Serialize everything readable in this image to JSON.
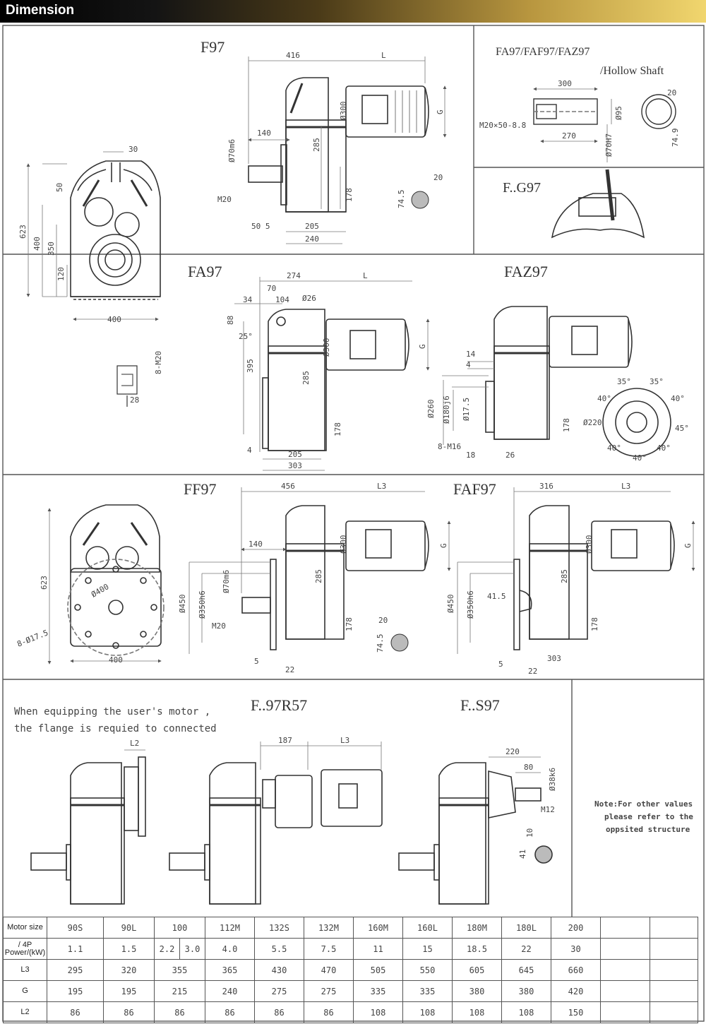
{
  "header": {
    "title": "Dimension"
  },
  "drawings": {
    "f97": {
      "title": "F97",
      "dims": {
        "w416": "416",
        "l": "L",
        "d300": "Ø300",
        "g": "G",
        "d70": "Ø70m6",
        "w140": "140",
        "h285": "285",
        "h178": "178",
        "m20": "M20",
        "w505": "50 5",
        "w205": "205",
        "w240": "240",
        "k20": "20",
        "k745": "74.5"
      }
    },
    "front": {
      "w30": "30",
      "h50": "50",
      "h623": "623",
      "h400": "400",
      "h350": "350",
      "h120": "120",
      "w400": "400",
      "m20x8": "8-M20",
      "w28": "28"
    },
    "fa97": {
      "title": "FA97/FAF97/FAZ97",
      "subtitle": "/Hollow Shaft",
      "dims": {
        "w300": "300",
        "m20": "M20×50-8.8",
        "w270": "270",
        "d95": "Ø95",
        "d70h7": "Ø70H7",
        "k20": "20",
        "k749": "74.9"
      }
    },
    "fg97": {
      "title": "F..G97"
    },
    "fa97b": {
      "title": "FA97",
      "dims": {
        "w274": "274",
        "l": "L",
        "w70": "70",
        "w104": "104",
        "d26": "Ø26",
        "w34": "34",
        "h88": "88",
        "a25": "25°",
        "h395": "395",
        "d300": "Ø300",
        "g": "G",
        "h285": "285",
        "h178": "178",
        "w4": "4",
        "w205": "205",
        "w303": "303"
      }
    },
    "faz97": {
      "title": "FAZ97",
      "dims": {
        "w14": "14",
        "w4": "4",
        "d260": "Ø260",
        "d180": "Ø180j6",
        "d175": "Ø17.5",
        "m16": "8-M16",
        "w18": "18",
        "w26": "26",
        "h178": "178",
        "d220": "Ø220",
        "a35a": "35°",
        "a35b": "35°",
        "a40a": "40°",
        "a40b": "40°",
        "a45": "45°",
        "a40c": "40°",
        "a40d": "40°",
        "a40e": "40°"
      }
    },
    "ff97": {
      "title": "FF97",
      "dims": {
        "w456": "456",
        "l3": "L3",
        "d300": "Ø300",
        "g": "G",
        "w140": "140",
        "d70": "Ø70m6",
        "h285": "285",
        "d450": "Ø450",
        "d350": "Ø350h6",
        "m20": "M20",
        "h178": "178",
        "w5": "5",
        "w22": "22",
        "k20": "20",
        "k745": "74.5",
        "h623": "623",
        "d400": "Ø400",
        "m175": "8-Ø17.5",
        "w400": "400"
      }
    },
    "faf97": {
      "title": "FAF97",
      "dims": {
        "w316": "316",
        "l3": "L3",
        "d300": "Ø300",
        "g": "G",
        "h285": "285",
        "d450": "Ø450",
        "d350": "Ø350h6",
        "w415": "41.5",
        "h178": "178",
        "w5": "5",
        "w22": "22",
        "w303": "303"
      }
    },
    "motor": {
      "note1": "When equipping the user's motor ,",
      "note2": "the flange is requied to connected",
      "l2": "L2"
    },
    "fr57": {
      "title": "F..97R57",
      "w187": "187",
      "l3": "L3"
    },
    "fs97": {
      "title": "F..S97",
      "w220": "220",
      "w80": "80",
      "d38": "Ø38k6",
      "m12": "M12",
      "k10": "10",
      "k41": "41"
    },
    "side_note": {
      "line1": "Note:For other values",
      "line2": "please refer to the",
      "line3": "oppsited structure"
    }
  },
  "table": {
    "rows": [
      {
        "head": "Motor size",
        "cells": [
          "90S",
          "90L",
          "100",
          "112M",
          "132S",
          "132M",
          "160M",
          "160L",
          "180M",
          "180L",
          "200",
          "",
          ""
        ]
      },
      {
        "head": "/ 4P Power/(kW)",
        "cells": [
          "1.1",
          "1.5",
          "2.2",
          "3.0",
          "4.0",
          "5.5",
          "7.5",
          "11",
          "15",
          "18.5",
          "22",
          "30",
          "",
          ""
        ]
      },
      {
        "head": "L3",
        "cells": [
          "295",
          "320",
          "355",
          "365",
          "430",
          "470",
          "505",
          "550",
          "605",
          "645",
          "660",
          "",
          ""
        ]
      },
      {
        "head": "G",
        "cells": [
          "195",
          "195",
          "215",
          "240",
          "275",
          "275",
          "335",
          "335",
          "380",
          "380",
          "420",
          "",
          ""
        ]
      },
      {
        "head": "L2",
        "cells": [
          "86",
          "86",
          "86",
          "86",
          "86",
          "86",
          "108",
          "108",
          "108",
          "108",
          "150",
          "",
          ""
        ]
      }
    ]
  }
}
